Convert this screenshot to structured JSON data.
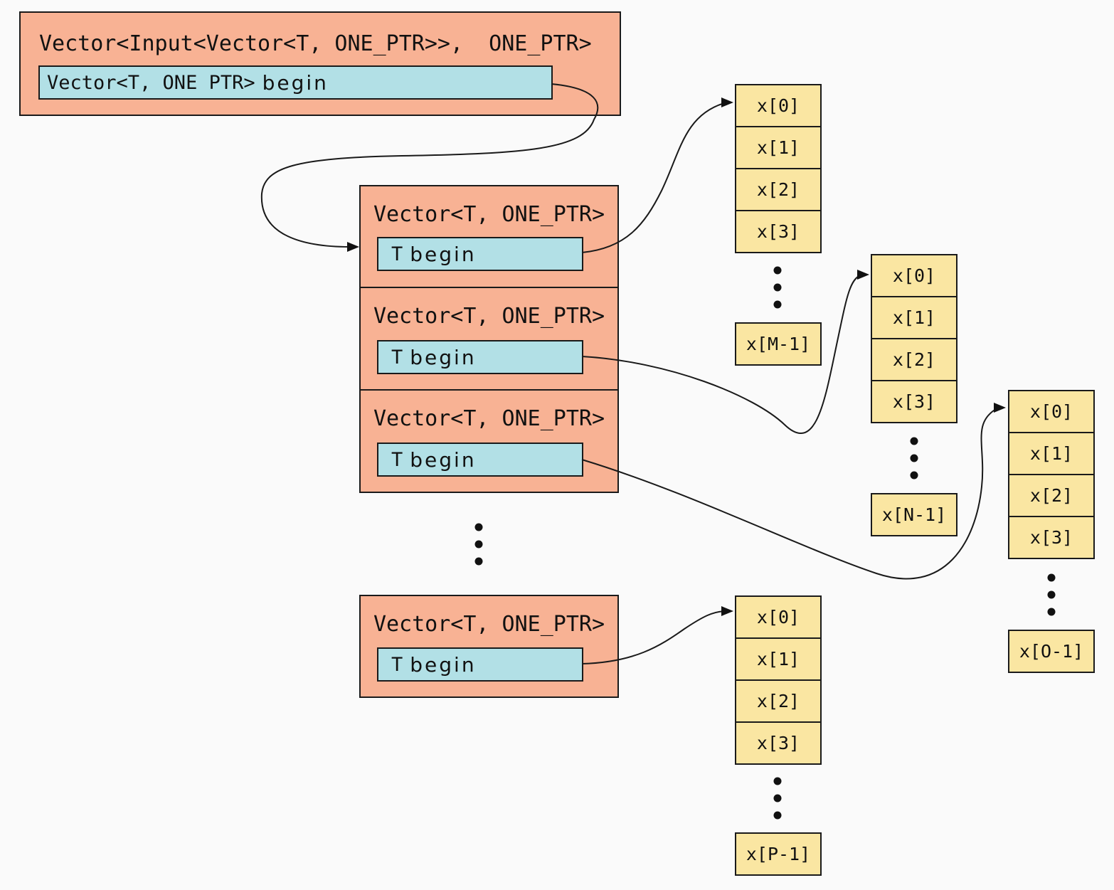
{
  "diagram": {
    "outer_vector": {
      "title": "Vector<Input<Vector<T, ONE_PTR>>,  ONE_PTR>",
      "begin_field": {
        "type": "Vector<T, ONE PTR>",
        "label": "begin"
      }
    },
    "stack_vectors": [
      {
        "title": "Vector<T, ONE_PTR>",
        "field": {
          "type": "T",
          "label": "begin"
        }
      },
      {
        "title": "Vector<T, ONE_PTR>",
        "field": {
          "type": "T",
          "label": "begin"
        }
      },
      {
        "title": "Vector<T, ONE_PTR>",
        "field": {
          "type": "T",
          "label": "begin"
        }
      }
    ],
    "last_vector": {
      "title": "Vector<T, ONE_PTR>",
      "field": {
        "type": "T",
        "label": "begin"
      }
    },
    "arrays": [
      {
        "id": "M",
        "cells": [
          "x[0]",
          "x[1]",
          "x[2]",
          "x[3]"
        ],
        "last": "x[M-1]"
      },
      {
        "id": "N",
        "cells": [
          "x[0]",
          "x[1]",
          "x[2]",
          "x[3]"
        ],
        "last": "x[N-1]"
      },
      {
        "id": "O",
        "cells": [
          "x[0]",
          "x[1]",
          "x[2]",
          "x[3]"
        ],
        "last": "x[O-1]"
      },
      {
        "id": "P",
        "cells": [
          "x[0]",
          "x[1]",
          "x[2]",
          "x[3]"
        ],
        "last": "x[P-1]"
      }
    ],
    "colors": {
      "vector_fill": "#F8B294",
      "pointer_fill": "#B2E0E6",
      "cell_fill": "#FAE6A2",
      "border": "#1A1A1A",
      "background": "#FAFAFA"
    }
  }
}
